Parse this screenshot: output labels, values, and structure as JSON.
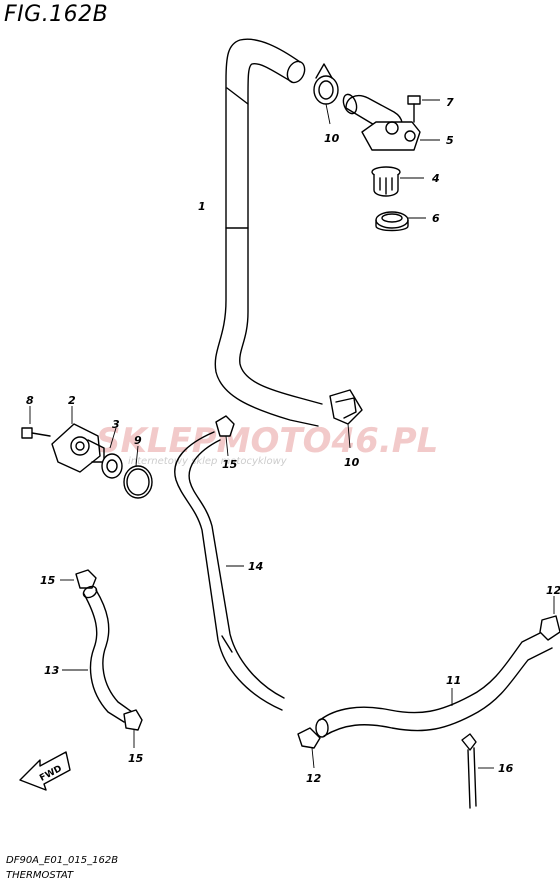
{
  "figure": {
    "title": "FIG.162B",
    "code": "DF90A_E01_015_162B",
    "name": "THERMOSTAT"
  },
  "watermark": {
    "text": "SKLEPMOTO46.PL",
    "subtext": "internetowy sklep motocyklowy",
    "color": "#e8a0a0"
  },
  "callouts": {
    "c1": "1",
    "c2": "2",
    "c3": "3",
    "c4": "4",
    "c5": "5",
    "c6": "6",
    "c7": "7",
    "c8": "8",
    "c9": "9",
    "c10_top": "10",
    "c10_bottom": "10",
    "c11": "11",
    "c12_right": "12",
    "c12_bottom": "12",
    "c13": "13",
    "c14": "14",
    "c15_mid": "15",
    "c15_left_top": "15",
    "c15_left_bottom": "15",
    "c16": "16"
  },
  "fwd_label": "FWD"
}
